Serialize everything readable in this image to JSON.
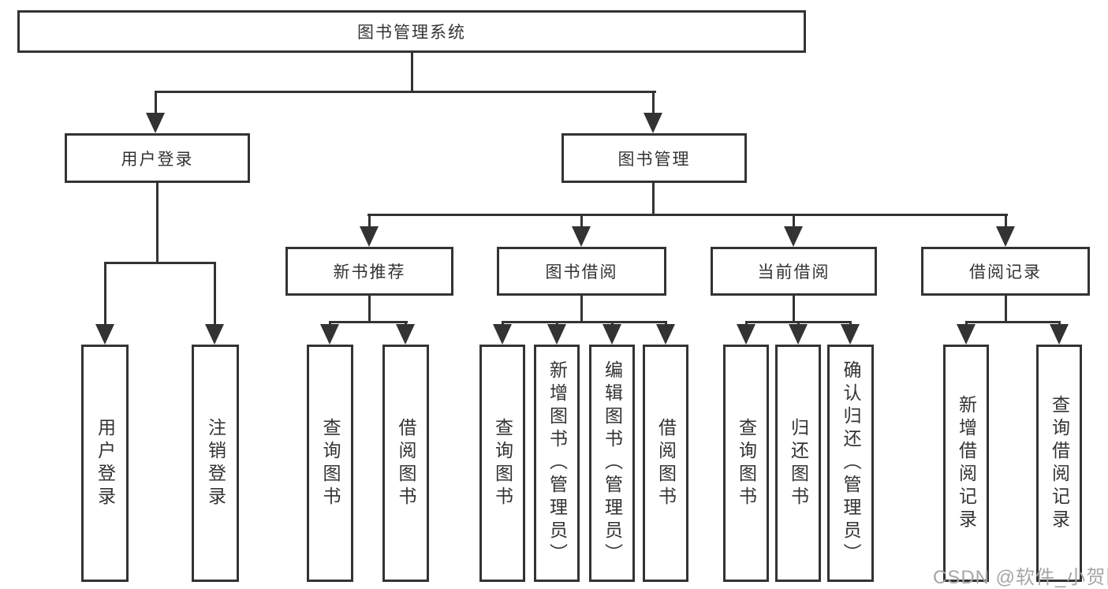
{
  "colors": {
    "line": "#333333",
    "text": "#333333",
    "box_bg": "#ffffff",
    "watermark": "#a6a6a6"
  },
  "nodes": {
    "root": "图书管理系统",
    "user_login": "用户登录",
    "book_mgmt": "图书管理",
    "new_book_rec": "新书推荐",
    "book_borrow": "图书借阅",
    "current_borrow": "当前借阅",
    "borrow_records": "借阅记录",
    "ul_user_login": "用户登录",
    "ul_logout": "注销登录",
    "nb_query_books": "查询图书",
    "nb_borrow_books": "借阅图书",
    "bb_query_books": "查询图书",
    "bb_add_books": "新增图书（管理员）",
    "bb_edit_books": "编辑图书（管理员）",
    "bb_borrow_books": "借阅图书",
    "cb_query_books": "查询图书",
    "cb_return_books": "归还图书",
    "cb_confirm_return": "确认归还（管理员）",
    "br_add_record": "新增借阅记录",
    "br_query_record": "查询借阅记录"
  },
  "watermark": {
    "text": "CSDN @软件_小贺同学"
  }
}
